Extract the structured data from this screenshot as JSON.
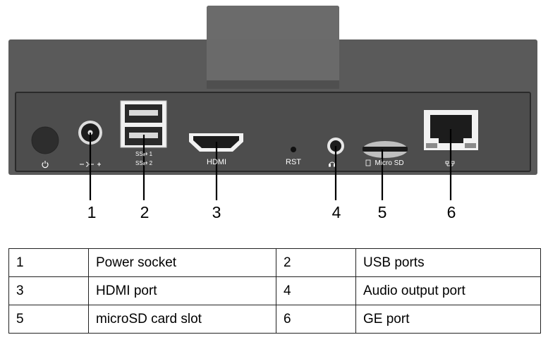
{
  "panel_labels": {
    "usb_line1": "SS⇄ 1",
    "usb_line2": "SS⇄ 2",
    "hdmi": "HDMI",
    "rst": "RST",
    "microsd": "Micro SD"
  },
  "callouts": [
    "1",
    "2",
    "3",
    "4",
    "5",
    "6"
  ],
  "legend": {
    "rows": [
      [
        {
          "num": "1",
          "label": "Power socket"
        },
        {
          "num": "2",
          "label": "USB ports"
        }
      ],
      [
        {
          "num": "3",
          "label": "HDMI port"
        },
        {
          "num": "4",
          "label": "Audio output port"
        }
      ],
      [
        {
          "num": "5",
          "label": "microSD card slot"
        },
        {
          "num": "6",
          "label": "GE port"
        }
      ]
    ]
  },
  "colors": {
    "body": "#5a5a5a",
    "bracket": "#606060",
    "recess": "#4a4a4a",
    "port_white": "#f2f2f2",
    "leader": "#000000"
  }
}
